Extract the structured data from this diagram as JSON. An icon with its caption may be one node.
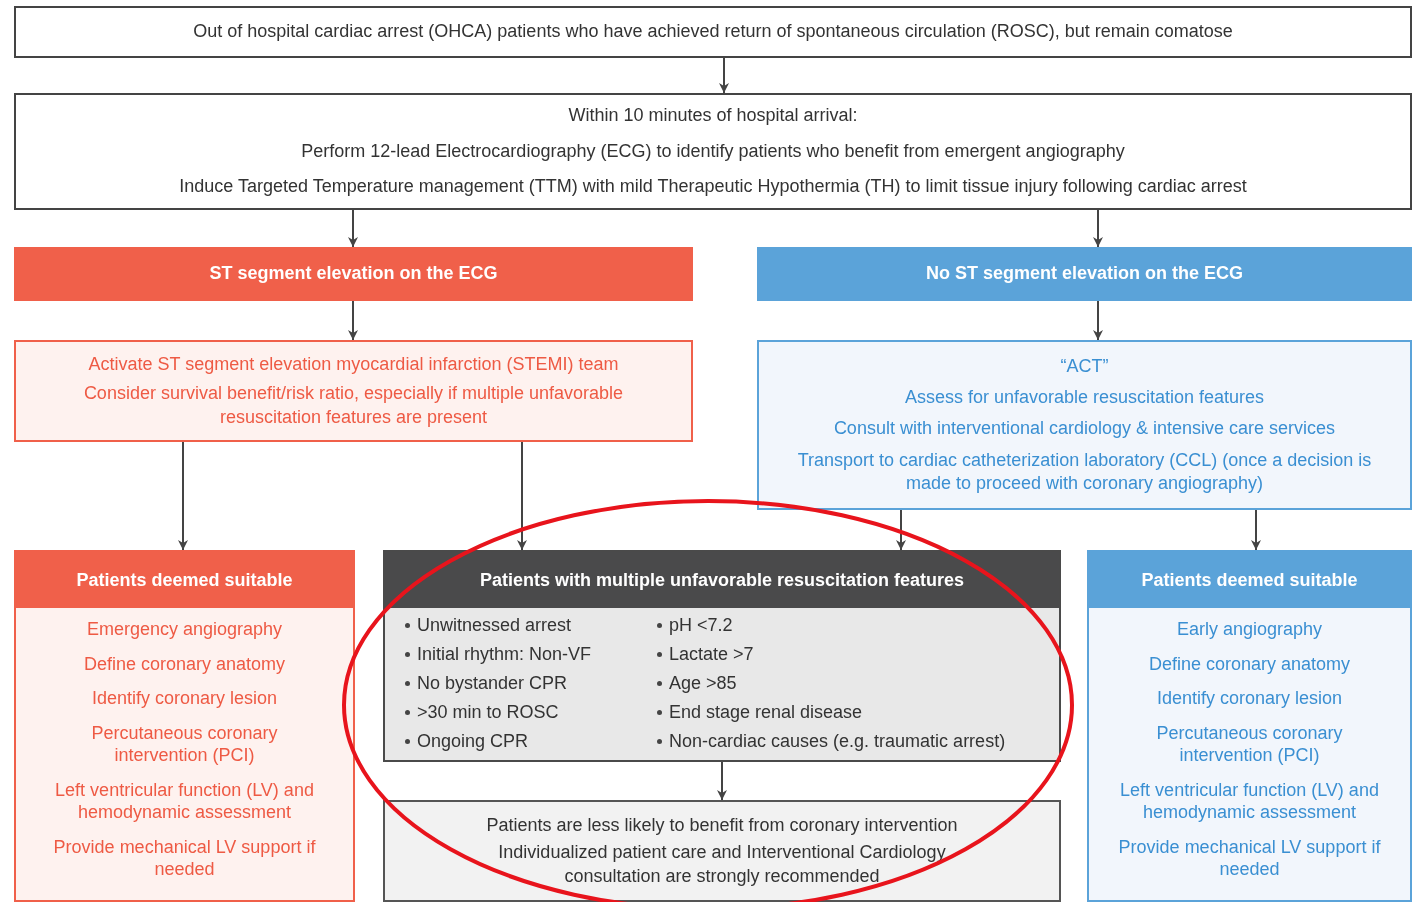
{
  "diagram": {
    "nodes": [
      {
        "text": [
          "Out of hospital cardiac arrest (OHCA) patients who have achieved return of spontaneous circulation (ROSC), but remain comatose"
        ]
      },
      {
        "text": [
          "Within 10 minutes of hospital arrival:",
          "Perform 12-lead Electrocardiography (ECG) to identify patients who benefit from emergent angiography",
          "Induce Targeted Temperature management (TTM) with mild Therapeutic Hypothermia (TH) to limit tissue injury following cardiac arrest"
        ]
      },
      {
        "text": [
          "ST segment elevation on the ECG"
        ]
      },
      {
        "text": [
          "No ST segment elevation on the ECG"
        ]
      },
      {
        "text": [
          "Activate ST segment elevation myocardial infarction (STEMI) team",
          "Consider survival benefit/risk ratio, especially if multiple unfavorable resuscitation features are present"
        ]
      },
      {
        "text": [
          "“ACT”",
          "Assess for unfavorable resuscitation features",
          "Consult with interventional cardiology & intensive care services",
          "Transport to cardiac catheterization laboratory (CCL) (once a decision is made to proceed with coronary angiography)"
        ]
      },
      {
        "text": [
          "Patients deemed suitable",
          "Emergency angiography",
          "Define coronary anatomy",
          "Identify coronary lesion",
          "Percutaneous coronary intervention (PCI)",
          "Left ventricular function (LV) and hemodynamic assessment",
          "Provide mechanical LV support if needed"
        ]
      },
      {
        "text": [
          "Patients with multiple unfavorable resuscitation features",
          "Unwitnessed arrest",
          "pH <7.2",
          "Initial rhythm: Non-VF",
          "Lactate >7",
          "No bystander CPR",
          "Age >85",
          ">30 min to ROSC",
          "End stage renal disease",
          "Ongoing CPR",
          "Non-cardiac causes (e.g. traumatic arrest)"
        ]
      },
      {
        "text": [
          "Patients are less likely to benefit from coronary intervention",
          "Individualized patient care and Interventional Cardiology consultation are strongly recommended"
        ]
      },
      {
        "text": [
          "Patients deemed suitable",
          "Early angiography",
          "Define coronary anatomy",
          "Identify coronary lesion",
          "Percutaneous coronary intervention (PCI)",
          "Left ventricular function (LV) and hemodynamic assessment",
          "Provide mechanical LV support if needed"
        ]
      }
    ],
    "edges": [
      {
        "from": 0,
        "to": 1,
        "arrow": "to"
      },
      {
        "from": 1,
        "to": 2,
        "arrow": "to"
      },
      {
        "from": 1,
        "to": 3,
        "arrow": "to"
      },
      {
        "from": 2,
        "to": 4,
        "arrow": "to"
      },
      {
        "from": 3,
        "to": 5,
        "arrow": "to"
      },
      {
        "from": 4,
        "to": 6,
        "arrow": "to"
      },
      {
        "from": 4,
        "to": 7,
        "arrow": "to"
      },
      {
        "from": 5,
        "to": 7,
        "arrow": "to"
      },
      {
        "from": 5,
        "to": 9,
        "arrow": "to"
      },
      {
        "from": 7,
        "to": 8,
        "arrow": "to"
      }
    ]
  }
}
